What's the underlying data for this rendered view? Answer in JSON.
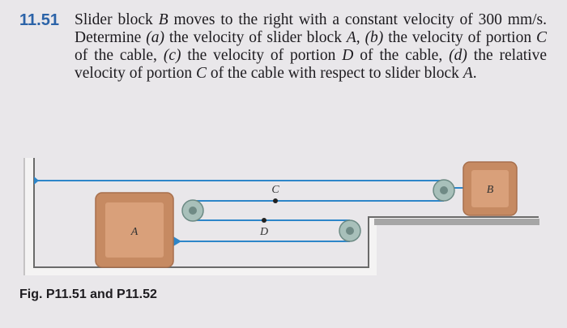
{
  "problem": {
    "number": "11.51",
    "parts": [
      {
        "t": "Slider block ",
        "i": false
      },
      {
        "t": "B",
        "i": true
      },
      {
        "t": " moves to the right with a constant velocity of 300 mm/s. Determine ",
        "i": false
      },
      {
        "t": "(a)",
        "i": true
      },
      {
        "t": " the velocity of slider block ",
        "i": false
      },
      {
        "t": "A",
        "i": true
      },
      {
        "t": ", ",
        "i": false
      },
      {
        "t": "(b)",
        "i": true
      },
      {
        "t": " the velocity of portion ",
        "i": false
      },
      {
        "t": "C",
        "i": true
      },
      {
        "t": " of the cable, ",
        "i": false
      },
      {
        "t": "(c)",
        "i": true
      },
      {
        "t": " the velocity of portion ",
        "i": false
      },
      {
        "t": "D",
        "i": true
      },
      {
        "t": " of the cable, ",
        "i": false
      },
      {
        "t": "(d)",
        "i": true
      },
      {
        "t": " the relative velocity of portion ",
        "i": false
      },
      {
        "t": "C",
        "i": true
      },
      {
        "t": " of the cable with respect to slider block ",
        "i": false
      },
      {
        "t": "A",
        "i": true
      },
      {
        "t": ".",
        "i": false
      }
    ]
  },
  "figure": {
    "block_a_label": "A",
    "block_b_label": "B",
    "point_c_label": "C",
    "point_d_label": "D",
    "caption": "Fig. P11.51 and P11.52",
    "colors": {
      "block_fill": "#c68a62",
      "block_inner": "#d9a07a",
      "cable": "#2d86c9",
      "wall": "#f4f3f3",
      "wall_edge": "#6a6a6a",
      "ground_hatch": "#9a9a9a",
      "pulley": "#8fa9a3"
    }
  }
}
